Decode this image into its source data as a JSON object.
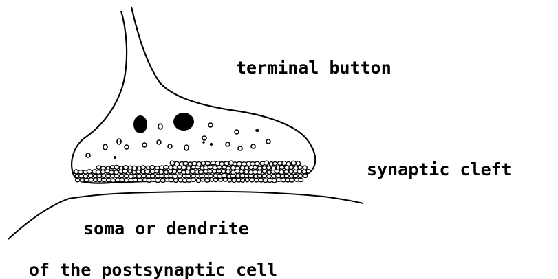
{
  "labels": {
    "terminal_button": "terminal button",
    "synaptic_cleft": "synaptic cleft",
    "soma_line1": "soma or dendrite",
    "soma_line2": "of the postsynaptic cell"
  },
  "colors": {
    "ink": "#000000",
    "background": "#ffffff"
  }
}
